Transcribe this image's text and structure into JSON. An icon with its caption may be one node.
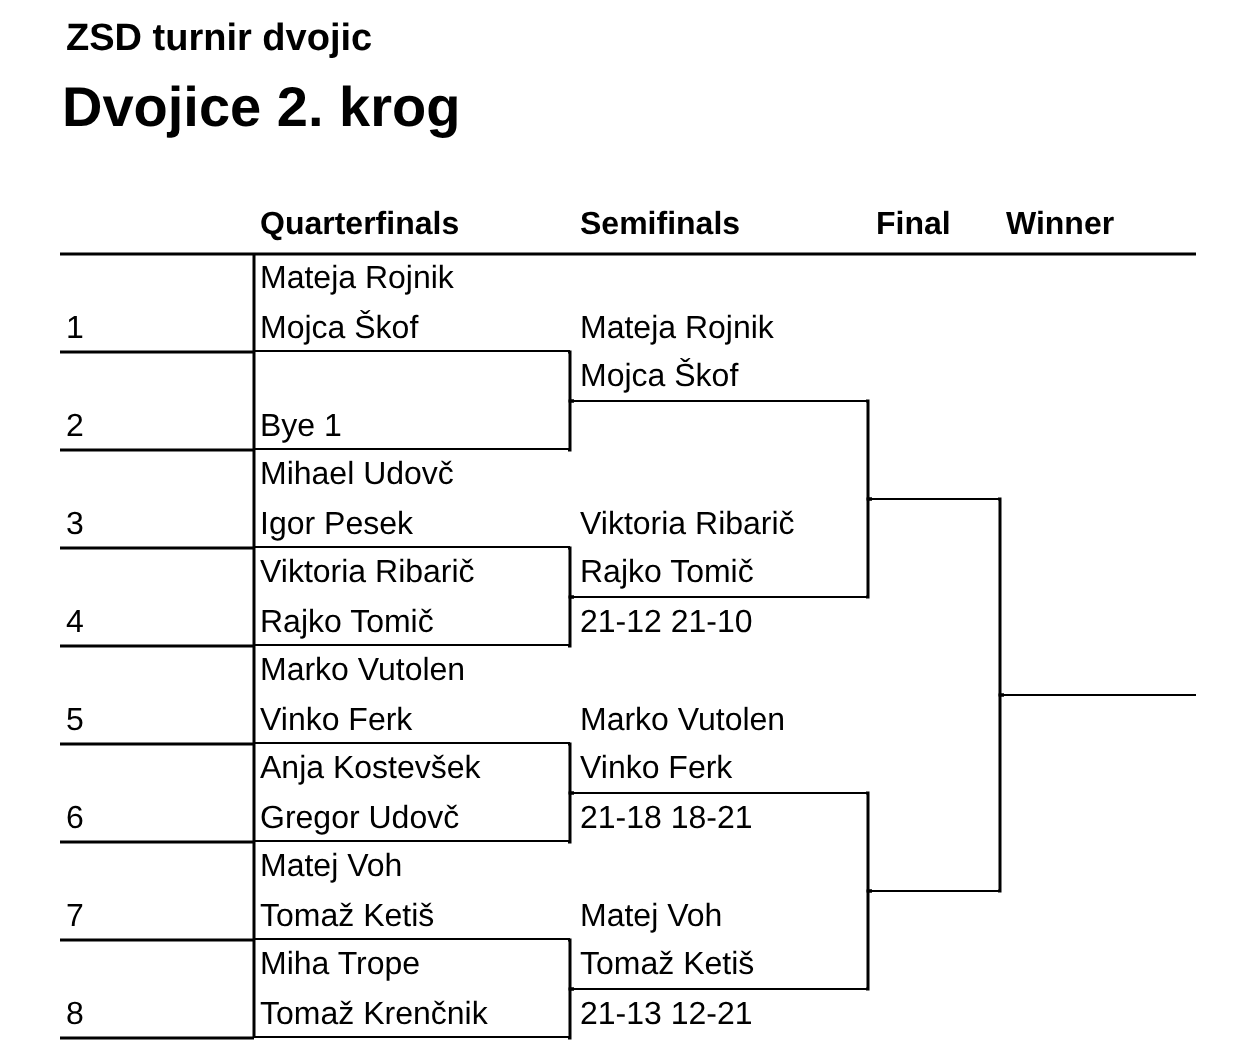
{
  "diagram": {
    "title": "ZSD turnir dvojic",
    "nodes": [
      {
        "text": [
          "Mateja Rojnik",
          "Mojca Škof"
        ]
      },
      {
        "text": [
          "Bye 1"
        ]
      },
      {
        "text": [
          "Mihael Udovč",
          "Igor Pesek"
        ]
      },
      {
        "text": [
          "Viktoria Ribarič",
          "Rajko Tomič"
        ]
      },
      {
        "text": [
          "Marko Vutolen",
          "Vinko Ferk"
        ]
      },
      {
        "text": [
          "Anja Kostevšek",
          "Gregor Udovč"
        ]
      },
      {
        "text": [
          "Matej Voh",
          "Tomaž Ketiš"
        ]
      },
      {
        "text": [
          "Miha Trope",
          "Tomaž Krenčnik"
        ]
      },
      {
        "text": [
          "Mateja Rojnik",
          "Mojca Škof"
        ]
      },
      {
        "text": [
          "Viktoria Ribarič",
          "Rajko Tomič"
        ],
        "beside": [
          "21-12 21-10"
        ]
      },
      {
        "text": [
          "Marko Vutolen",
          "Vinko Ferk"
        ],
        "beside": [
          "21-18 18-21"
        ]
      },
      {
        "text": [
          "Matej Voh",
          "Tomaž Ketiš"
        ],
        "beside": [
          "21-13 12-21"
        ]
      },
      {
        "text": [],
        "shape": "bar"
      },
      {
        "text": [],
        "shape": "bar"
      },
      {
        "text": [],
        "shape": "bar"
      }
    ],
    "edges": [
      {
        "from": 0,
        "to": 8,
        "arrow": "none"
      },
      {
        "from": 1,
        "to": 8,
        "arrow": "none"
      },
      {
        "from": 2,
        "to": 9,
        "arrow": "none"
      },
      {
        "from": 3,
        "to": 9,
        "arrow": "none"
      },
      {
        "from": 4,
        "to": 10,
        "arrow": "none"
      },
      {
        "from": 5,
        "to": 10,
        "arrow": "none"
      },
      {
        "from": 6,
        "to": 11,
        "arrow": "none"
      },
      {
        "from": 7,
        "to": 11,
        "arrow": "none"
      },
      {
        "from": 8,
        "to": 12,
        "arrow": "none"
      },
      {
        "from": 9,
        "to": 12,
        "arrow": "none"
      },
      {
        "from": 10,
        "to": 13,
        "arrow": "none"
      },
      {
        "from": 11,
        "to": 13,
        "arrow": "none"
      },
      {
        "from": 12,
        "to": 14,
        "arrow": "none"
      },
      {
        "from": 13,
        "to": 14,
        "arrow": "none"
      }
    ],
    "labels": [
      "Dvojice 2. krog",
      "Quarterfinals",
      "Semifinals",
      "Final",
      "Winner",
      "1",
      "2",
      "3",
      "4",
      "5",
      "6",
      "7",
      "8"
    ]
  }
}
